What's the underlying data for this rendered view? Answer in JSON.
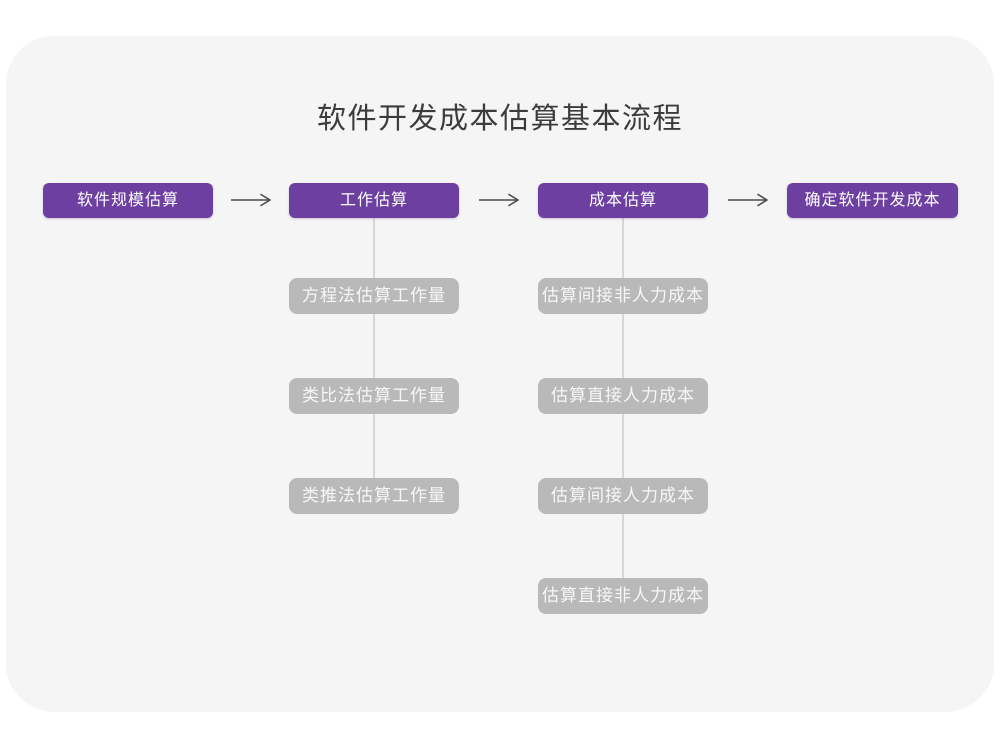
{
  "title": "软件开发成本估算基本流程",
  "colors": {
    "page_background": "#ffffff",
    "card_background": "#f5f5f6",
    "main_node_fill": "#6c3fa0",
    "sub_node_fill": "#b9b9b9",
    "node_text": "#ffffff",
    "connector_line": "#d6d6d6",
    "arrow_stroke": "#4a4a4a",
    "title_text": "#3c3c3c"
  },
  "flow": {
    "main_nodes": [
      {
        "label": "软件规模估算"
      },
      {
        "label": "工作估算"
      },
      {
        "label": "成本估算"
      },
      {
        "label": "确定软件开发成本"
      }
    ],
    "work_estimation_methods": [
      "方程法估算工作量",
      "类比法估算工作量",
      "类推法估算工作量"
    ],
    "cost_estimation_steps": [
      "估算间接非人力成本",
      "估算直接人力成本",
      "估算间接人力成本",
      "估算直接非人力成本"
    ]
  }
}
